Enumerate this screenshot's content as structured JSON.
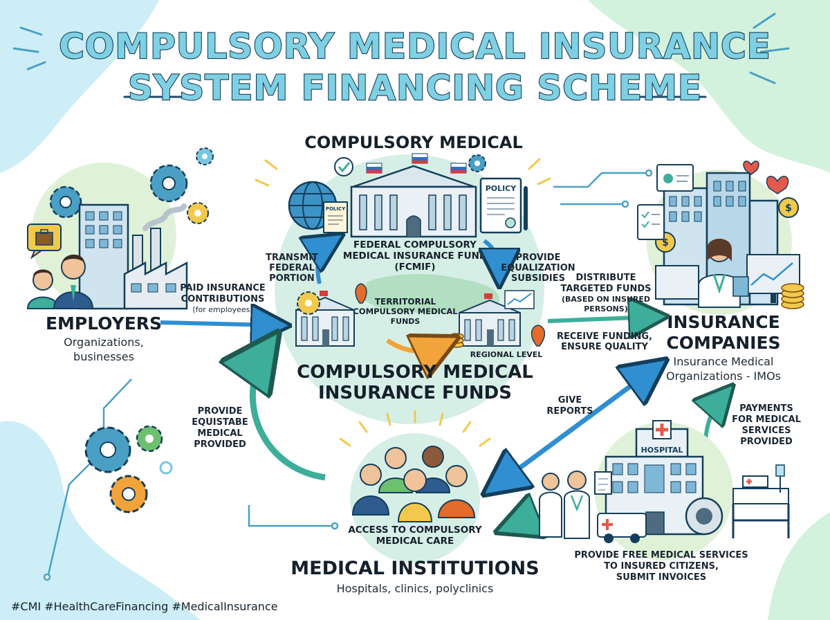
{
  "title": {
    "line1": "COMPULSORY MEDICAL INSURANCE",
    "line2": "SYSTEM FINANCING SCHEME"
  },
  "center": {
    "top_label": "COMPULSORY MEDICAL",
    "fcmif_line1": "FEDERAL COMPULSORY",
    "fcmif_line2": "MEDICAL INSURANCE FUND",
    "fcmif_line3": "(FCMIF)",
    "territorial_line1": "TERRITORIAL",
    "territorial_line2": "COMPULSORY MEDICAL",
    "territorial_line3": "FUNDS",
    "regional_level": "REGIONAL LEVEL",
    "bottom_line1": "COMPULSORY MEDICAL",
    "bottom_line2": "INSURANCE FUNDS",
    "policy_small": "POLICY",
    "policy_large": "POLICY"
  },
  "employers": {
    "title": "EMPLOYERS",
    "line1": "Organizations,",
    "line2": "businesses"
  },
  "insurance": {
    "title1": "INSURANCE",
    "title2": "COMPANIES",
    "line1": "Insurance Medical",
    "line2": "Organizations - IMOs"
  },
  "medical": {
    "title": "MEDICAL INSTITUTIONS",
    "subtitle": "Hospitals, clinics, polyclinics",
    "access1": "ACCESS TO COMPULSORY",
    "access2": "MEDICAL CARE"
  },
  "hospital": {
    "sign": "HOSPITAL",
    "caption1": "PROVIDE FREE MEDICAL SERVICES",
    "caption2": "TO INSURED CITIZENS,",
    "caption3": "SUBMIT INVOICES"
  },
  "labels": {
    "paid1": "PAID INSURANCE",
    "paid2": "CONTRIBUTIONS",
    "paid3": "(for employees)",
    "transmit1": "TRANSMIT",
    "transmit2": "FEDERAL",
    "transmit3": "PORTION",
    "provide_eq1": "PROVIDE",
    "provide_eq2": "EQUALIZATION",
    "provide_eq3": "SUBSIDIES",
    "distribute1": "DISTRIBUTE",
    "distribute2": "TARGETED FUNDS",
    "distribute3": "(BASED ON INSURED",
    "distribute4": "PERSONS)",
    "receive1": "RECEIVE FUNDING,",
    "receive2": "ENSURE QUALITY",
    "give1": "GIVE",
    "give2": "REPORTS",
    "payments1": "PAYMENTS",
    "payments2": "FOR MEDICAL",
    "payments3": "SERVICES",
    "payments4": "PROVIDED",
    "equitable1": "PROVIDE",
    "equitable2": "EQUISTABE",
    "equitable3": "MEDICAL",
    "equitable4": "PROVIDED"
  },
  "hashtags": "#CMI #HealthCareFinancing #MedicalInsurance",
  "colors": {
    "title_fill": "#7fd0e3",
    "title_stroke": "#143e5a",
    "arrow_blue": "#2f8fd0",
    "arrow_teal": "#3cae9a",
    "arrow_orange": "#f2a43a",
    "circle_fill": "#d6efe6",
    "blob_blue": "#cdeef7",
    "blob_green": "#d3f2dd"
  }
}
